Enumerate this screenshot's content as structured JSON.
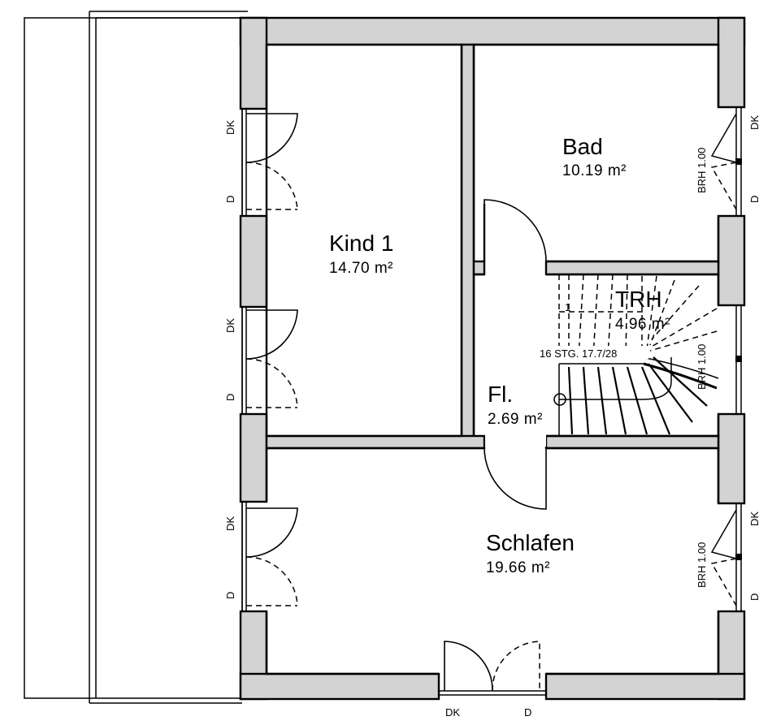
{
  "rooms": {
    "kind1": {
      "name": "Kind 1",
      "area": "14.70 m²"
    },
    "bad": {
      "name": "Bad",
      "area": "10.19 m²"
    },
    "trh": {
      "name": "TRH",
      "area": "4.96 m²"
    },
    "flur": {
      "name": "Fl.",
      "area": "2.69 m²"
    },
    "schlafen": {
      "name": "Schlafen",
      "area": "19.66 m²"
    }
  },
  "windows": {
    "dk": "DK",
    "d": "D",
    "brh": "BRH 1.00"
  },
  "stair": {
    "steps": "16 STG. 17.7/28",
    "start_number": "1"
  }
}
